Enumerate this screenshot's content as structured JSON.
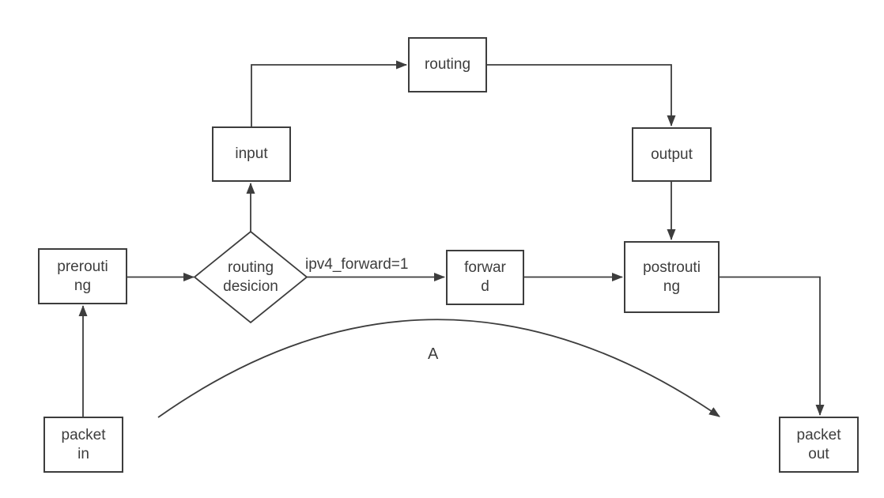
{
  "diagram": {
    "background_color": "#ffffff",
    "line_color": "#3d3d3d",
    "text_color": "#3d3d3d",
    "nodes": {
      "routing": {
        "line1": "routing"
      },
      "input": {
        "line1": "input"
      },
      "output": {
        "line1": "output"
      },
      "prerouting": {
        "line1": "prerouti",
        "line2": "ng"
      },
      "decision": {
        "line1": "routing",
        "line2": "desicion"
      },
      "forward": {
        "line1": "forwar",
        "line2": "d"
      },
      "postrouting": {
        "line1": "postrouti",
        "line2": "ng"
      },
      "packet_in": {
        "line1": "packet",
        "line2": "in"
      },
      "packet_out": {
        "line1": "packet",
        "line2": "out"
      }
    },
    "edge_labels": {
      "forward_condition": "ipv4_forward=1",
      "arc_label": "A"
    }
  }
}
